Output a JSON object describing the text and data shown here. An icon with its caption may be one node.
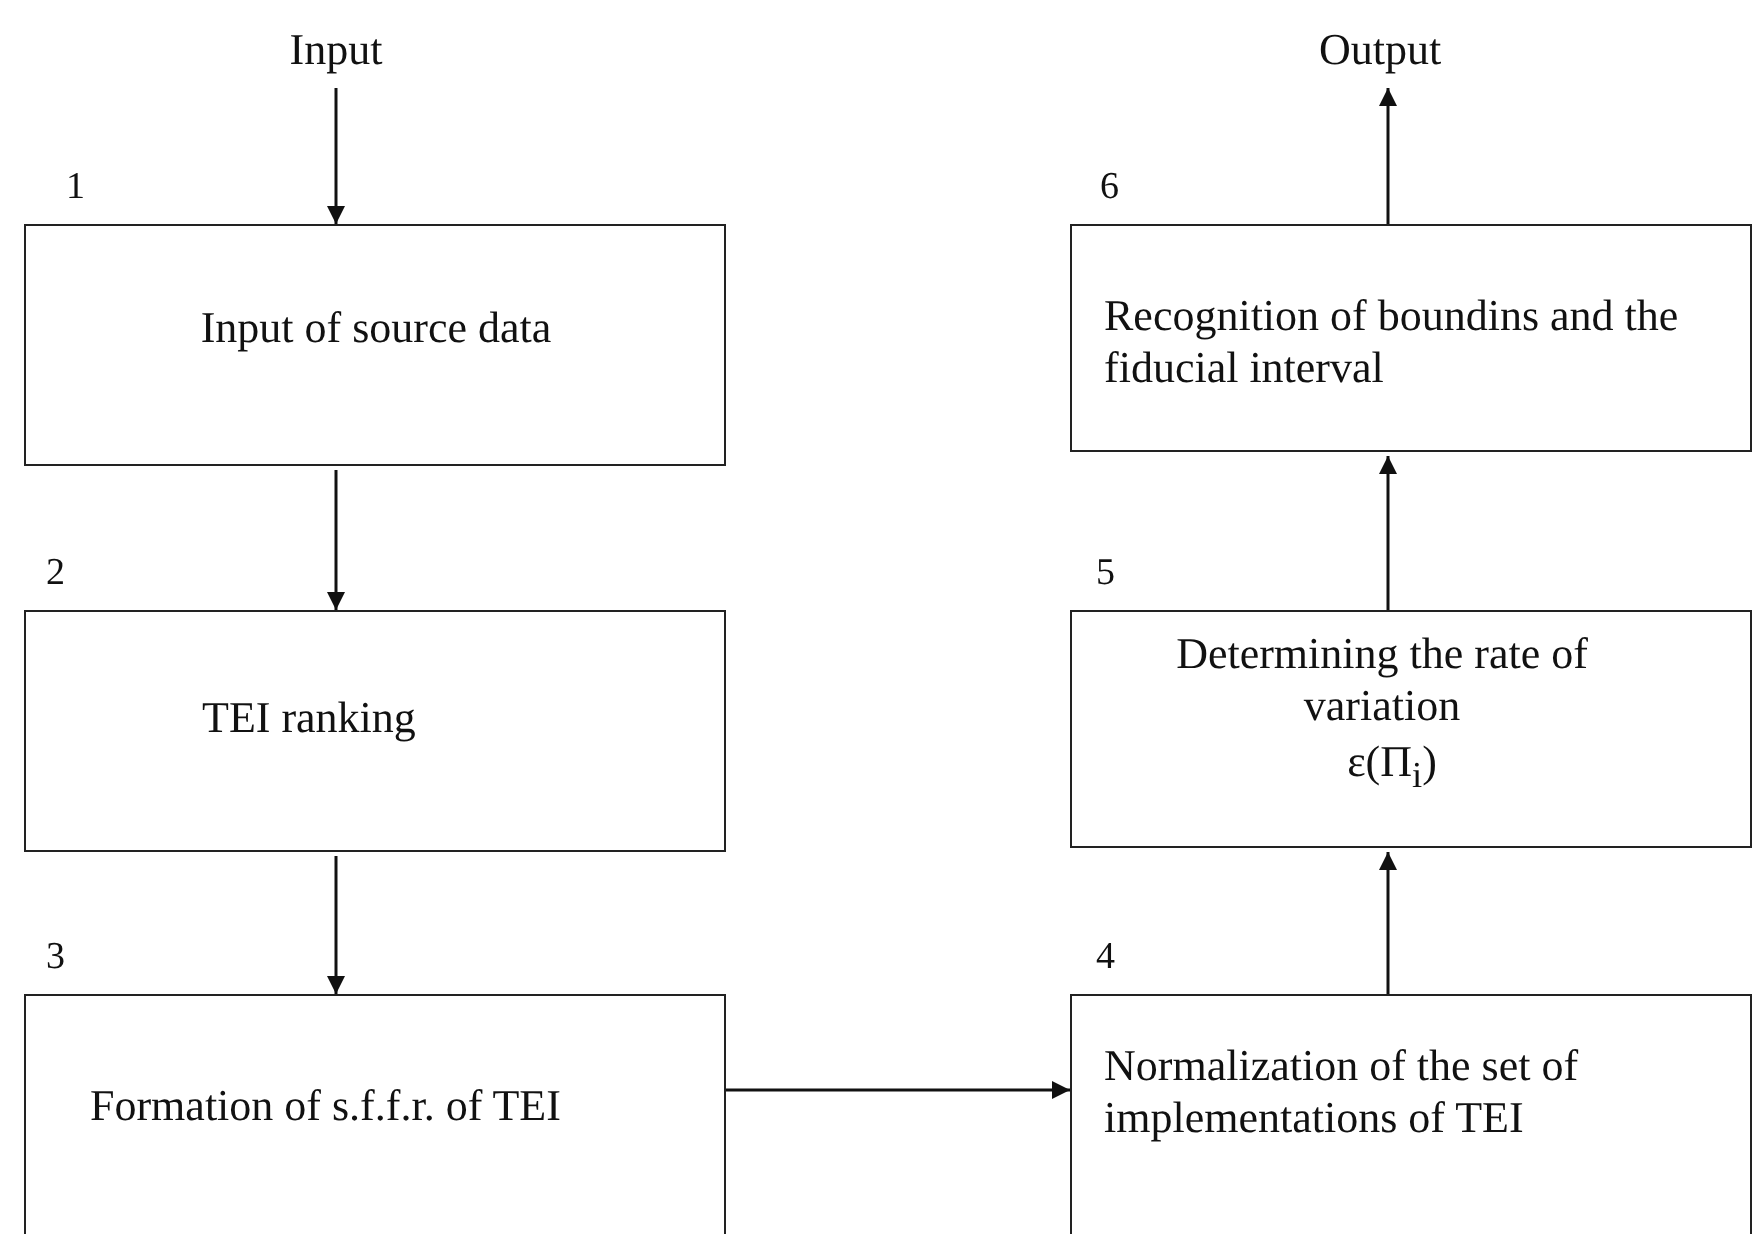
{
  "diagram": {
    "nodes": [
      {
        "text": [
          "Input"
        ]
      },
      {
        "text": [
          "Input of source data"
        ],
        "beside": [
          "1"
        ]
      },
      {
        "text": [
          "TEI ranking"
        ],
        "beside": [
          "2"
        ]
      },
      {
        "text": [
          "Formation of s.f.f.r. of TEI"
        ],
        "beside": [
          "3"
        ]
      },
      {
        "text": [
          "Normalization of the set of implementations of TEI"
        ],
        "beside": [
          "4"
        ]
      },
      {
        "text": [
          "Determining the rate of variation",
          "ε(Π$_{i}$)"
        ],
        "beside": [
          "5"
        ]
      },
      {
        "text": [
          "Recognition of boundins and the fiducial interval"
        ],
        "beside": [
          "6"
        ]
      },
      {
        "text": [
          "Output"
        ]
      }
    ],
    "edges": [
      {
        "from": 0,
        "to": 1,
        "arrow": "to"
      },
      {
        "from": 1,
        "to": 2,
        "arrow": "to"
      },
      {
        "from": 2,
        "to": 3,
        "arrow": "to"
      },
      {
        "from": 3,
        "to": 4,
        "arrow": "to"
      },
      {
        "from": 4,
        "to": 5,
        "arrow": "to"
      },
      {
        "from": 5,
        "to": 6,
        "arrow": "to"
      },
      {
        "from": 6,
        "to": 7,
        "arrow": "to"
      }
    ]
  }
}
